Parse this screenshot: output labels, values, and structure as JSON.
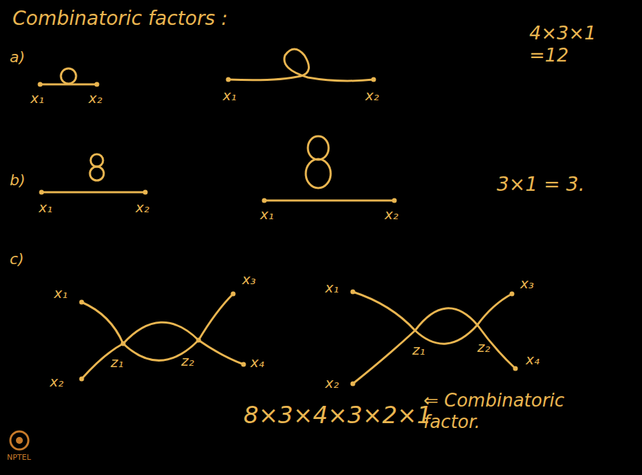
{
  "diagram": {
    "title": "Combinatoric factors :",
    "labels": [
      "a)",
      "x₁",
      "x₂",
      "x₁",
      "x₂",
      "4×3×1 =12",
      "b)",
      "x₁",
      "x₂",
      "x₁",
      "x₂",
      "3×1 = 3.",
      "c)",
      "x₁",
      "x₂",
      "z₁",
      "z₂",
      "x₃",
      "x₄",
      "x₁",
      "x₂",
      "z₁",
      "z₂",
      "x₃",
      "x₄",
      "8×3×4×3×2×1",
      "⇐ Combinatoric factor.",
      "NPTEL"
    ]
  }
}
